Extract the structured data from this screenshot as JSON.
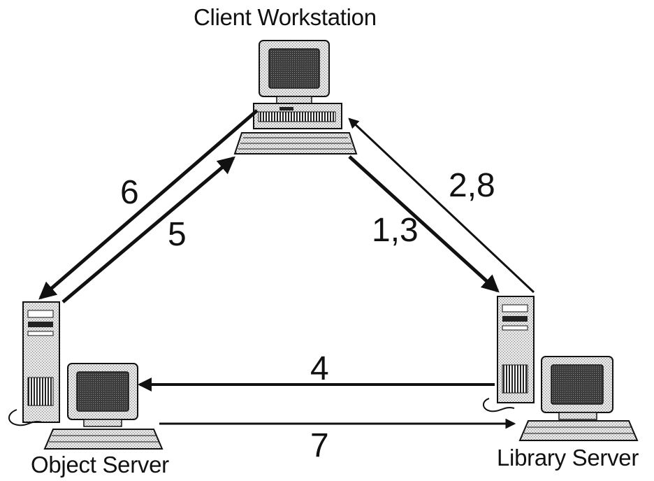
{
  "nodes": {
    "client": {
      "label": "Client Workstation"
    },
    "object_server": {
      "label": "Object Server"
    },
    "library_server": {
      "label": "Library Server"
    }
  },
  "arrows": {
    "client_to_object": {
      "label": "6"
    },
    "object_to_client": {
      "label": "5"
    },
    "client_to_library": {
      "label": "1,3"
    },
    "library_to_client": {
      "label": "2,8"
    },
    "library_to_object": {
      "label": "4"
    },
    "object_to_library": {
      "label": "7"
    }
  },
  "colors": {
    "ink": "#111111",
    "screen": "#505050",
    "shade": "#bdbdbd"
  }
}
